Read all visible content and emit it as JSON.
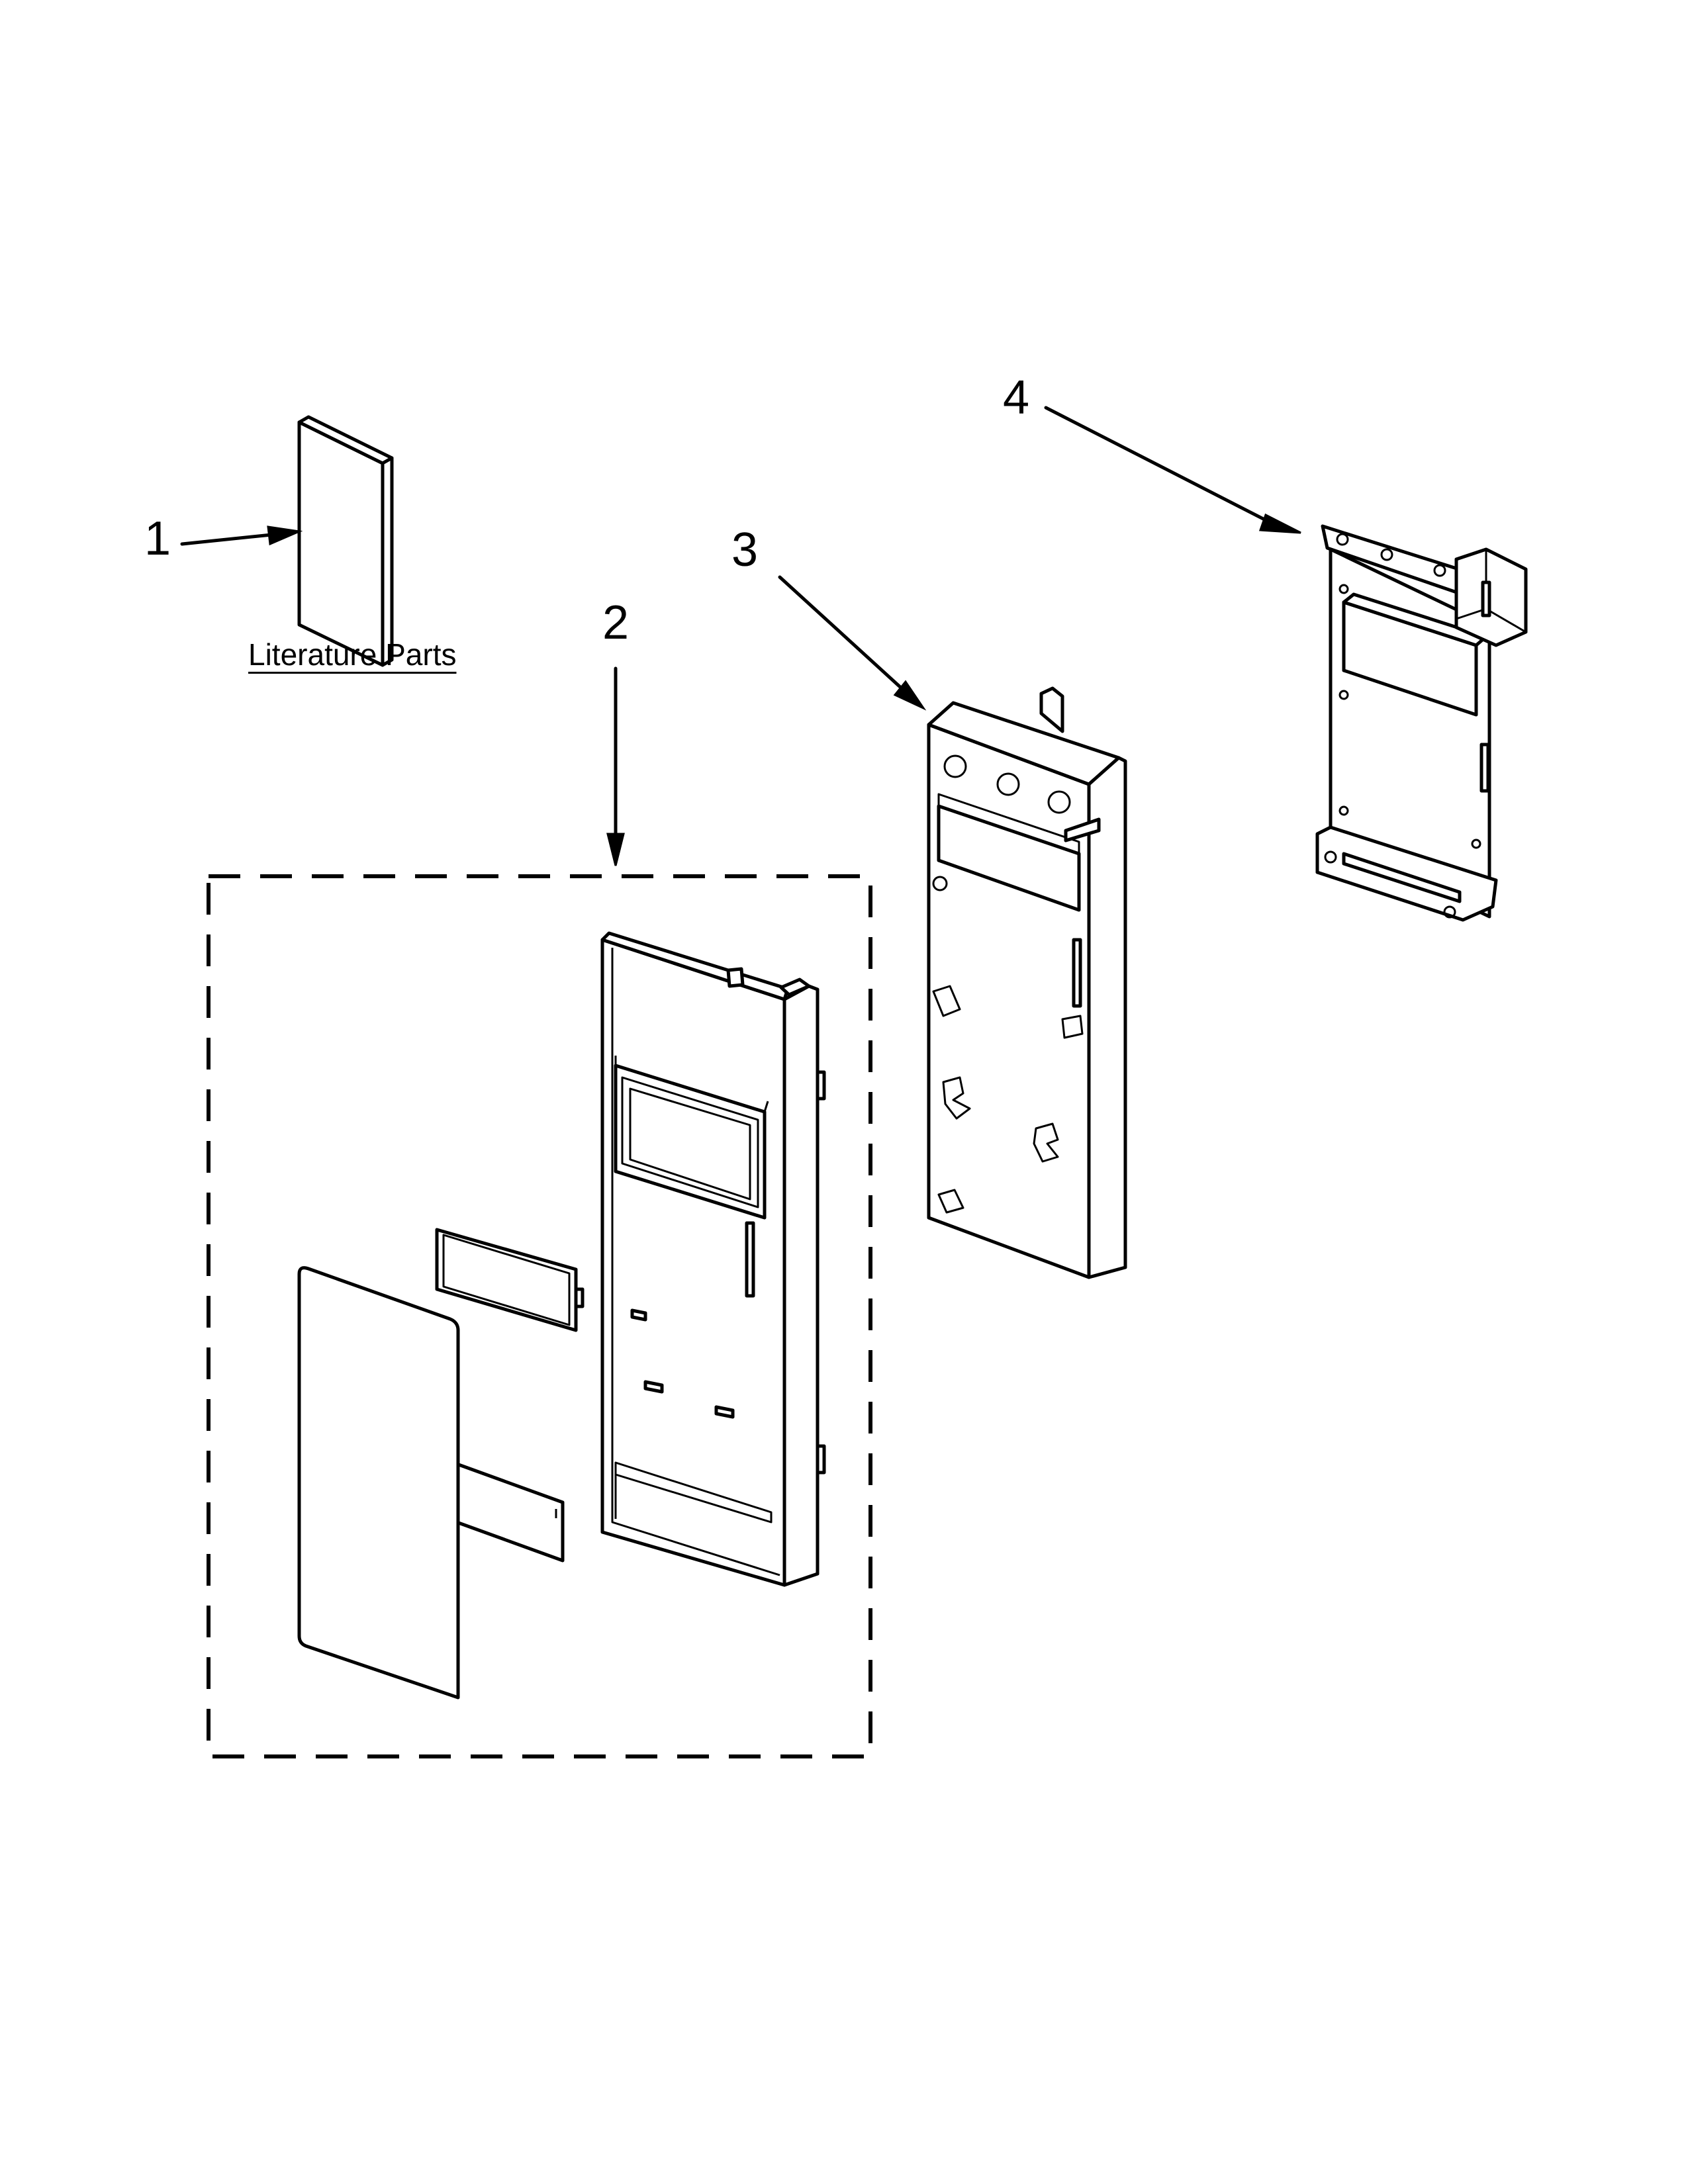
{
  "callouts": [
    {
      "id": "1",
      "label": "1"
    },
    {
      "id": "2",
      "label": "2"
    },
    {
      "id": "3",
      "label": "3"
    },
    {
      "id": "4",
      "label": "4"
    }
  ],
  "captions": {
    "literature": "Literature Parts"
  }
}
